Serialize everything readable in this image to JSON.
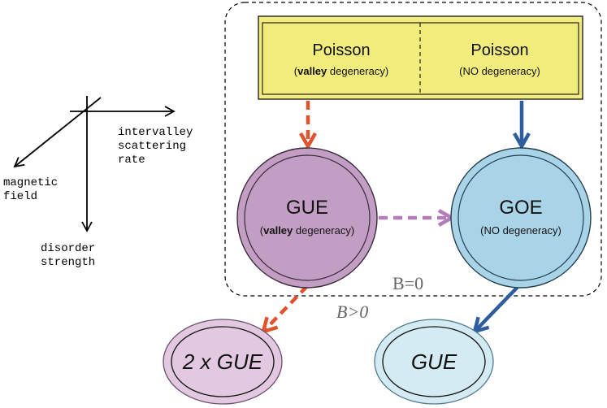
{
  "axes": {
    "x_label_lines": [
      "intervalley",
      "scattering",
      "rate"
    ],
    "diag_label_lines": [
      "magnetic",
      "field"
    ],
    "y_label_lines": [
      "disorder",
      "strength"
    ]
  },
  "poisson_box": {
    "left": {
      "title": "Poisson",
      "sub_bold": "valley",
      "sub_rest": "degeneracy"
    },
    "right": {
      "title": "Poisson",
      "sub": "(NO degeneracy)"
    }
  },
  "nodes": {
    "gue_valley": {
      "title": "GUE",
      "sub_bold": "valley",
      "sub_rest": "degeneracy"
    },
    "goe": {
      "title": "GOE",
      "sub": "(NO degeneracy)"
    },
    "two_gue": {
      "title": "2 x GUE"
    },
    "gue_single": {
      "title": "GUE"
    }
  },
  "regions": {
    "b_zero": "B=0",
    "b_positive": "B>0"
  },
  "colors": {
    "poisson_fill": "#f2ec7c",
    "gue_valley_fill": "#c39ec4",
    "goe_fill": "#a9d4e8",
    "two_gue_fill": "#e2c9e1",
    "gue_single_fill": "#d4ebf3",
    "red_arrow": "#e0532c",
    "blue_arrow": "#2f5ea0",
    "purple_arrow": "#b47cb8"
  }
}
